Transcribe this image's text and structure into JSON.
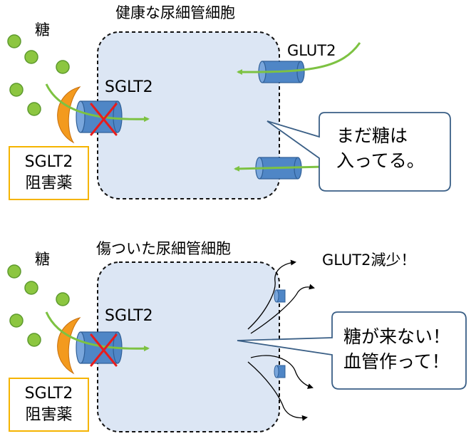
{
  "top_panel": {
    "title": "健康な尿細管細胞",
    "sugar_label": "糖",
    "sglt_label": "SGLT2",
    "glut_label": "GLUT2",
    "drug_line1": "SGLT2",
    "drug_line2": "阻害薬",
    "bubble_line1": "まだ糖は",
    "bubble_line2": "入ってる。"
  },
  "bottom_panel": {
    "title": "傷ついた尿細管細胞",
    "sugar_label": "糖",
    "sglt_label": "SGLT2",
    "glut_label": "GLUT2減少！",
    "drug_line1": "SGLT2",
    "drug_line2": "阻害薬",
    "bubble_line1": "糖が来ない！",
    "bubble_line2": "血管作って！"
  },
  "colors": {
    "cell_fill": "#dce6f4",
    "cell_border": "#111111",
    "sugar": "#8cc640",
    "sugar_stroke": "#5e9a2e",
    "transporter": "#4f86c6",
    "transporter_stroke": "#2f5f97",
    "inhibitor": "#f39a1e",
    "block_x": "#e81c1c",
    "arrow_green": "#7dc242",
    "bubble_border": "#3a5f86",
    "drug_border": "#f5b400"
  }
}
